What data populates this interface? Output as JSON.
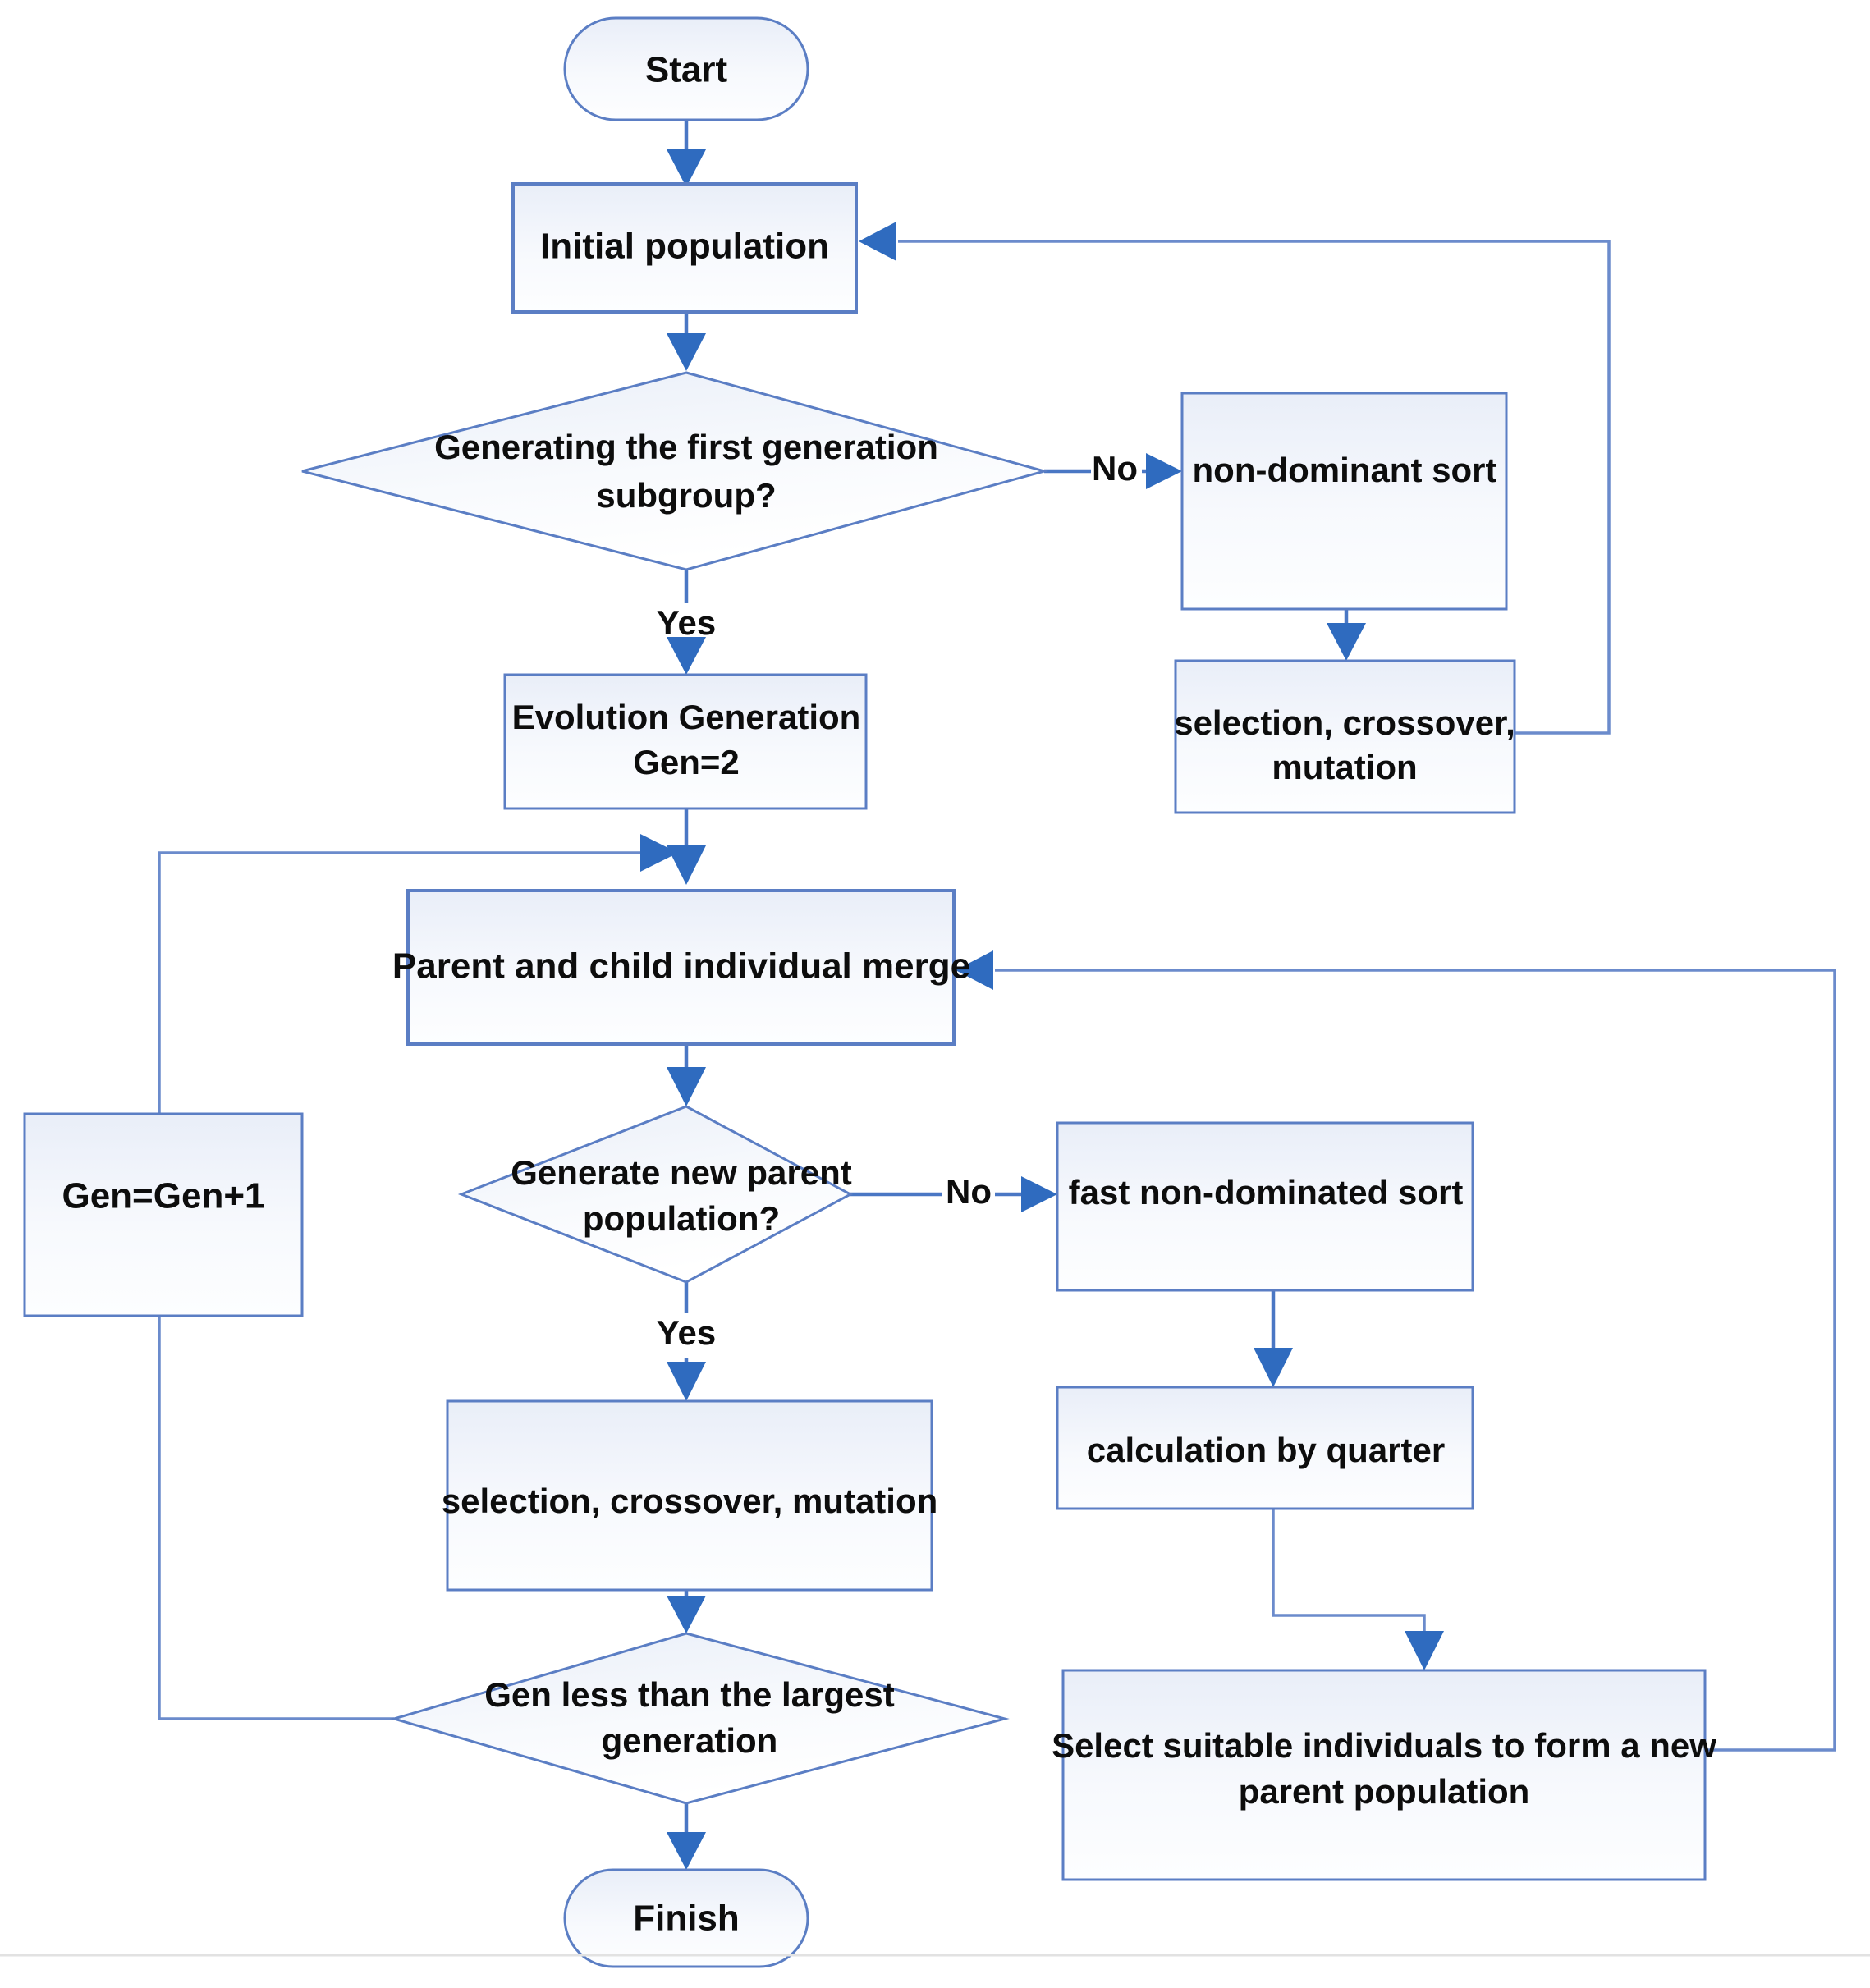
{
  "diagram": {
    "title": "NSGA-II evolutionary algorithm flowchart",
    "colors": {
      "node_border": "#5b7ec4",
      "node_fill_top": "#eaeff8",
      "node_fill_bottom": "#fdfeff",
      "edge": "#4a77c4",
      "arrow": "#2f6bbf",
      "text": "#0d0d0d",
      "background": "#ffffff"
    },
    "nodes": [
      {
        "id": "start",
        "type": "terminator",
        "lines": [
          "Start"
        ]
      },
      {
        "id": "initial_pop",
        "type": "process",
        "lines": [
          "Initial population"
        ]
      },
      {
        "id": "first_gen_q",
        "type": "decision",
        "lines": [
          "Generating the first generation",
          "subgroup?"
        ]
      },
      {
        "id": "non_dominant",
        "type": "process",
        "lines": [
          "non-dominant sort"
        ]
      },
      {
        "id": "scm_top",
        "type": "process",
        "lines": [
          "selection, crossover,",
          "mutation"
        ]
      },
      {
        "id": "evolution_gen",
        "type": "process",
        "lines": [
          "Evolution Generation",
          "Gen=2"
        ]
      },
      {
        "id": "merge",
        "type": "process",
        "lines": [
          "Parent and child individual merge"
        ]
      },
      {
        "id": "gen_increment",
        "type": "process",
        "lines": [
          "Gen=Gen+1"
        ]
      },
      {
        "id": "new_parent_q",
        "type": "decision",
        "lines": [
          "Generate new parent",
          "population?"
        ]
      },
      {
        "id": "fast_sort",
        "type": "process",
        "lines": [
          "fast non-dominated sort"
        ]
      },
      {
        "id": "calc_quarter",
        "type": "process",
        "lines": [
          "calculation by quarter"
        ]
      },
      {
        "id": "scm_bottom",
        "type": "process",
        "lines": [
          "selection, crossover, mutation"
        ]
      },
      {
        "id": "select_suitable",
        "type": "process",
        "lines": [
          "Select suitable individuals to form a new",
          "parent population"
        ]
      },
      {
        "id": "gen_largest_q",
        "type": "decision",
        "lines": [
          "Gen less than the largest",
          "generation"
        ]
      },
      {
        "id": "finish",
        "type": "terminator",
        "lines": [
          "Finish"
        ]
      }
    ],
    "edge_labels": {
      "first_gen_no": "No",
      "first_gen_yes": "Yes",
      "new_parent_no": "No",
      "new_parent_yes": "Yes"
    },
    "edges": [
      {
        "from": "start",
        "to": "initial_pop",
        "label": ""
      },
      {
        "from": "initial_pop",
        "to": "first_gen_q",
        "label": ""
      },
      {
        "from": "first_gen_q",
        "to": "non_dominant",
        "label": "No"
      },
      {
        "from": "non_dominant",
        "to": "scm_top",
        "label": ""
      },
      {
        "from": "scm_top",
        "to": "initial_pop",
        "label": ""
      },
      {
        "from": "first_gen_q",
        "to": "evolution_gen",
        "label": "Yes"
      },
      {
        "from": "evolution_gen",
        "to": "merge",
        "label": ""
      },
      {
        "from": "gen_increment",
        "to": "merge",
        "label": ""
      },
      {
        "from": "merge",
        "to": "new_parent_q",
        "label": ""
      },
      {
        "from": "new_parent_q",
        "to": "fast_sort",
        "label": "No"
      },
      {
        "from": "fast_sort",
        "to": "calc_quarter",
        "label": ""
      },
      {
        "from": "calc_quarter",
        "to": "select_suitable",
        "label": ""
      },
      {
        "from": "select_suitable",
        "to": "merge",
        "label": ""
      },
      {
        "from": "new_parent_q",
        "to": "scm_bottom",
        "label": "Yes"
      },
      {
        "from": "scm_bottom",
        "to": "gen_largest_q",
        "label": ""
      },
      {
        "from": "gen_largest_q",
        "to": "gen_increment",
        "label": ""
      },
      {
        "from": "gen_largest_q",
        "to": "finish",
        "label": ""
      }
    ]
  }
}
